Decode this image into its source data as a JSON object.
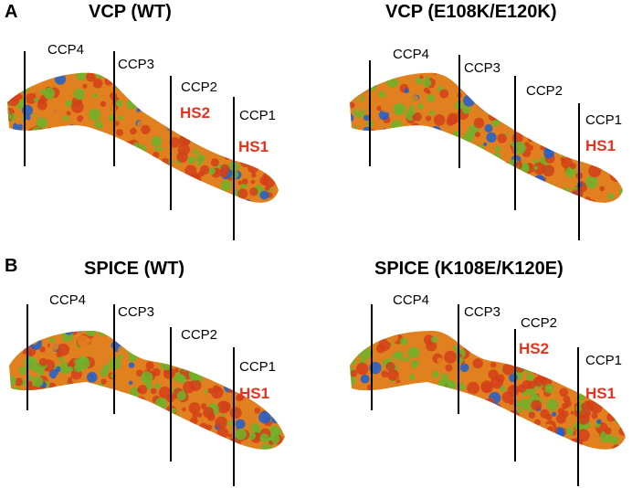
{
  "colors": {
    "hs_label": "#e8321e",
    "surface_red": "#d2401a",
    "surface_orange": "#e0801e",
    "surface_green": "#6cb42a",
    "surface_blue": "#1c5fd0"
  },
  "panel_labels": {
    "a": "A",
    "b": "B"
  },
  "structures": [
    {
      "title": "VCP (WT)",
      "ccp_labels": [
        "CCP4",
        "CCP3",
        "CCP2",
        "CCP1"
      ],
      "hs_labels": [
        "HS2",
        "HS1"
      ]
    },
    {
      "title": "VCP (E108K/E120K)",
      "ccp_labels": [
        "CCP4",
        "CCP3",
        "CCP2",
        "CCP1"
      ],
      "hs_labels": [
        "HS1"
      ]
    },
    {
      "title": "SPICE (WT)",
      "ccp_labels": [
        "CCP4",
        "CCP3",
        "CCP2",
        "CCP1"
      ],
      "hs_labels": [
        "HS1"
      ]
    },
    {
      "title": "SPICE (K108E/K120E)",
      "ccp_labels": [
        "CCP4",
        "CCP3",
        "CCP2",
        "CCP1"
      ],
      "hs_labels": [
        "HS2",
        "HS1"
      ]
    }
  ]
}
